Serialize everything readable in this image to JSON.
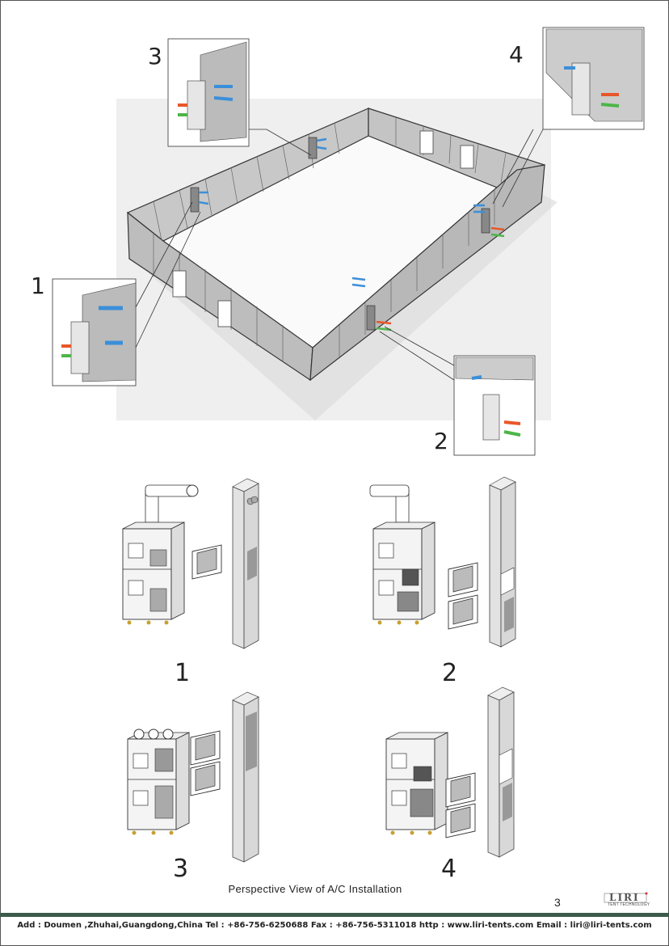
{
  "plan": {
    "callouts": [
      "3",
      "4",
      "1",
      "2"
    ]
  },
  "units": {
    "labels": [
      "1",
      "2",
      "3",
      "4"
    ]
  },
  "caption": "Perspective View of A/C Installation",
  "page_number": "3",
  "logo": {
    "name": "LIRI",
    "subtitle": "TENT TECHNOLOGY"
  },
  "footer": "Add : Doumen ,Zhuhai,Guangdong,China   Tel : +86-756-6250688   Fax : +86-756-5311018   http : www.liri-tents.com    Email : liri@liri-tents.com",
  "colors": {
    "footer_bar": "#3d5a4c",
    "arrow_blue": "#3b8fd9",
    "arrow_red": "#e8572a",
    "arrow_green": "#4cb648"
  }
}
